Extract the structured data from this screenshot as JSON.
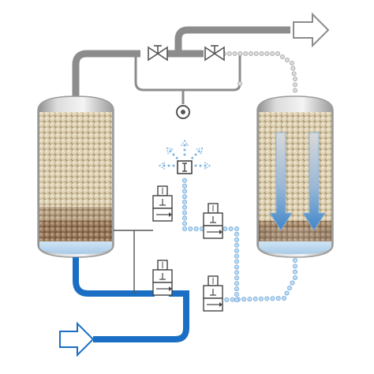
{
  "colors": {
    "background": "#ffffff",
    "gray_pipe": "#8c8c8c",
    "dark_pipe": "#6e6e6e",
    "blue_pipe": "#1a6fc4",
    "dotted_gray": "#b4b4b4",
    "dotted_blue": "#8ab8e2",
    "vessel_wall": "#9a9a9a",
    "vessel_light": "#f0f0f0",
    "desiccant": "#cdbf9f",
    "desiccant_dark": "#8a6f52",
    "water": "#bcd8ee",
    "arrow_outline": "#4d8fcc",
    "valve_outline": "#555555"
  },
  "diagram": {
    "nodes": [
      {
        "id": "left-tower",
        "type": "desiccant-tower",
        "state": "drying"
      },
      {
        "id": "right-tower",
        "type": "desiccant-tower",
        "state": "regenerating"
      },
      {
        "id": "top-valve-left",
        "type": "check-valve"
      },
      {
        "id": "top-valve-right",
        "type": "check-valve"
      },
      {
        "id": "orifice",
        "type": "purge-orifice"
      },
      {
        "id": "exhaust-silencer",
        "type": "silencer"
      },
      {
        "id": "sv-1",
        "type": "solenoid-valve"
      },
      {
        "id": "sv-2",
        "type": "solenoid-valve"
      },
      {
        "id": "sv-3",
        "type": "solenoid-valve"
      },
      {
        "id": "sv-4",
        "type": "solenoid-valve"
      }
    ],
    "icons": {
      "inlet": "hollow-arrow-right-icon",
      "outlet": "hollow-arrow-right-icon",
      "purge_flow": "down-arrow-icon",
      "exhaust": "dotted-burst-icon"
    }
  }
}
